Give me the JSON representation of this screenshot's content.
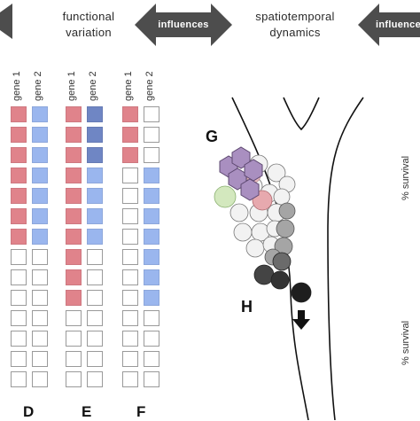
{
  "header": {
    "functional_line1": "functional",
    "functional_line2": "variation",
    "arrow_label_1": "influences",
    "spatio_line1": "spatiotemporal",
    "spatio_line2": "dynamics",
    "arrow_label_2": "influence"
  },
  "gene_labels": {
    "g1": "gene 1",
    "g2": "gene 2"
  },
  "colors": {
    "red": "#e0838b",
    "blue": "#9ab6ee",
    "darkblue": "#6f86c4",
    "empty_border": "#9a9a9a",
    "arrow": "#4d4d4d"
  },
  "panels": [
    {
      "id": "D",
      "label": "D",
      "gene1": [
        "red",
        "red",
        "red",
        "red",
        "red",
        "red",
        "red",
        "empty",
        "empty",
        "empty",
        "empty",
        "empty",
        "empty",
        "empty"
      ],
      "gene2": [
        "blue",
        "blue",
        "blue",
        "blue",
        "blue",
        "blue",
        "blue",
        "empty",
        "empty",
        "empty",
        "empty",
        "empty",
        "empty",
        "empty"
      ]
    },
    {
      "id": "E",
      "label": "E",
      "gene1": [
        "red",
        "red",
        "red",
        "red",
        "red",
        "red",
        "red",
        "red",
        "red",
        "red",
        "empty",
        "empty",
        "empty",
        "empty"
      ],
      "gene2": [
        "darkblue",
        "darkblue",
        "darkblue",
        "blue",
        "blue",
        "blue",
        "blue",
        "empty",
        "empty",
        "empty",
        "empty",
        "empty",
        "empty",
        "empty"
      ]
    },
    {
      "id": "F",
      "label": "F",
      "gene1": [
        "red",
        "red",
        "red",
        "empty",
        "empty",
        "empty",
        "empty",
        "empty",
        "empty",
        "empty",
        "empty",
        "empty",
        "empty",
        "empty"
      ],
      "gene2": [
        "empty",
        "empty",
        "empty",
        "blue",
        "blue",
        "blue",
        "blue",
        "blue",
        "blue",
        "blue",
        "empty",
        "empty",
        "empty",
        "empty"
      ]
    }
  ],
  "diagram": {
    "label_G": "G",
    "label_H": "H",
    "survival_label_top": "% survival",
    "survival_label_bottom": "% survival"
  }
}
